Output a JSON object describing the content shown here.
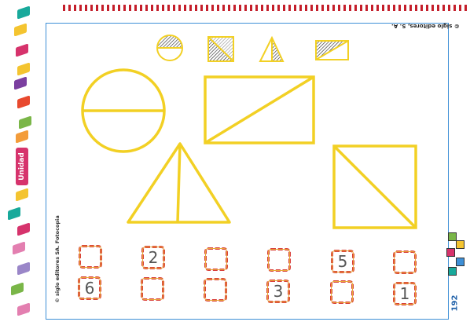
{
  "page": {
    "publisher_top": "© siglo editores, S. A.",
    "publisher_side": "© siglo editores SA. Fotocopia",
    "unidad_label": "Unidad",
    "page_number": "192"
  },
  "icons": {
    "circle": "half-shaded-circle-icon",
    "rectangle": "half-shaded-rectangle-icon",
    "triangle": "half-shaded-triangle-icon",
    "square": "half-shaded-square-icon"
  },
  "colors": {
    "shape_stroke": "#f2d024",
    "box_border": "#d9403a",
    "frame": "#3d8fd6"
  },
  "answers": {
    "top_row": [
      "",
      "2",
      "",
      "",
      "5",
      ""
    ],
    "bottom_row": [
      "6",
      "",
      "",
      "3",
      "",
      "1"
    ]
  }
}
